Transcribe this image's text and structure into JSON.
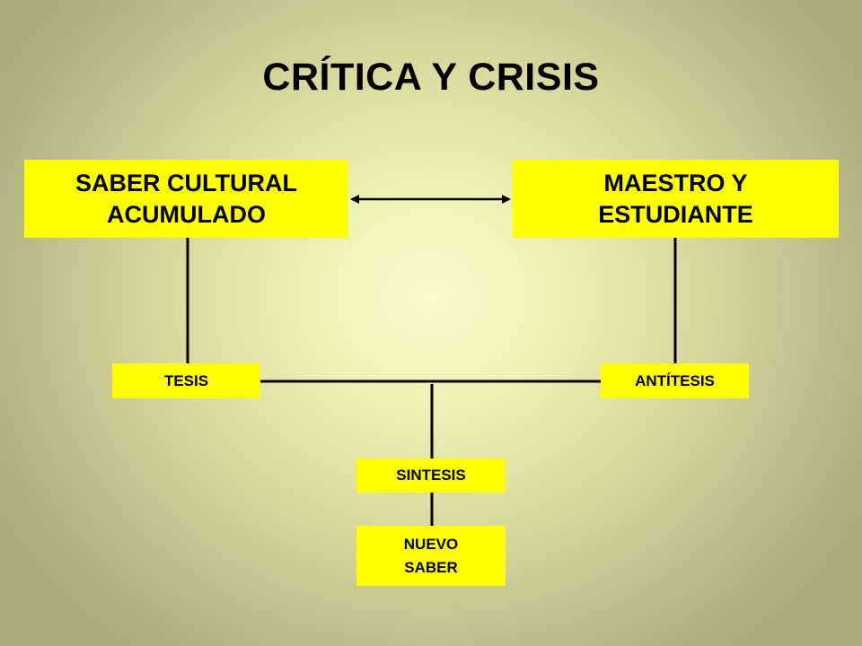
{
  "title": "CRÍTICA Y CRISIS",
  "nodes": {
    "saber_cultural": {
      "line1": "SABER CULTURAL",
      "line2": "ACUMULADO"
    },
    "maestro": {
      "line1": "MAESTRO Y",
      "line2": "ESTUDIANTE"
    },
    "tesis": {
      "label": "TESIS"
    },
    "antitesis": {
      "label": "ANTÍTESIS"
    },
    "sintesis": {
      "label": "SINTESIS"
    },
    "nuevo_saber": {
      "line1": "NUEVO",
      "line2": "SABER"
    }
  },
  "colors": {
    "box_fill": "#ffff00",
    "text": "#000000",
    "connector": "#000000"
  },
  "edges": [
    {
      "from": "saber_cultural",
      "to": "maestro",
      "style": "double-arrow"
    },
    {
      "from": "saber_cultural",
      "to": "tesis",
      "style": "line"
    },
    {
      "from": "maestro",
      "to": "antitesis",
      "style": "line"
    },
    {
      "from": "tesis",
      "to": "antitesis",
      "style": "line"
    },
    {
      "from": "tesis-antitesis-connector",
      "to": "sintesis",
      "style": "line"
    },
    {
      "from": "sintesis",
      "to": "nuevo_saber",
      "style": "line"
    }
  ]
}
